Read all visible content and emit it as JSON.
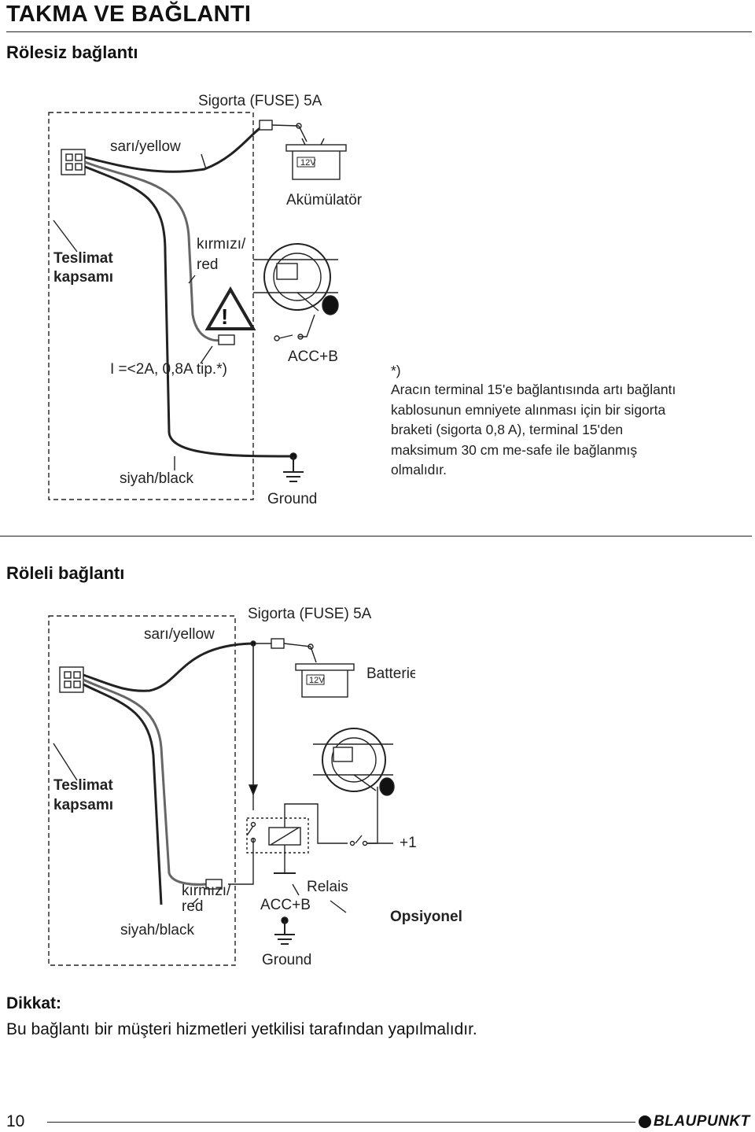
{
  "header": {
    "title": "TAKMA VE BAĞLANTI",
    "section1": "Rölesiz bağlantı",
    "section2": "Röleli bağlantı"
  },
  "diagram1": {
    "fuse": "Sigorta (FUSE) 5A",
    "yellow": "sarı/yellow",
    "battery": "Akümülatör",
    "battery_voltage": "12V",
    "scope_line1": "Teslimat",
    "scope_line2": "kapsamı",
    "red_line1": "kırmızı/",
    "red_line2": "red",
    "current": "I =<2A, 0,8A tip.*)",
    "acc": "ACC+B",
    "black": "siyah/black",
    "ground": "Ground",
    "warning_symbol": "!"
  },
  "note": {
    "marker": "*)",
    "text": "Aracın terminal 15'e bağlantısında artı bağlantı kablosunun emniyete alınması için bir sigorta braketi (sigorta 0,8 A), terminal 15'den maksimum 30 cm me-safe ile bağlanmış olmalıdır."
  },
  "diagram2": {
    "yellow": "sarı/yellow",
    "fuse": "Sigorta (FUSE) 5A",
    "battery": "Batterie",
    "battery_voltage": "12V",
    "scope_line1": "Teslimat",
    "scope_line2": "kapsamı",
    "plus": "+1",
    "red_line1": "kırmızı/",
    "red_line2": "red",
    "relay": "Relais",
    "acc": "ACC+B",
    "black": "siyah/black",
    "optional": "Opsiyonel",
    "ground": "Ground"
  },
  "warning": {
    "title": "Dikkat:",
    "text": "Bu bağlantı bir müşteri hizmetleri yetkilisi tarafından yapılmalıdır."
  },
  "footer": {
    "page_number": "10",
    "brand": "BLAUPUNKT"
  }
}
